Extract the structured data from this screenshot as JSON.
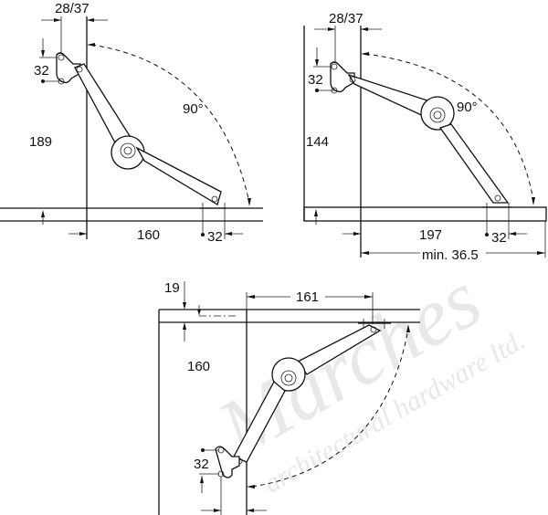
{
  "diagram": {
    "subject": "Lift-up lid stay installation dimensions",
    "watermark": {
      "brand": "Marches",
      "tagline": "architectural hardware ltd."
    },
    "views": [
      {
        "id": "view-1",
        "position": "top-left",
        "labels": {
          "bracket_offset": "28/37",
          "bracket_hole_spacing": "32",
          "height": "189",
          "angle": "90°",
          "horizontal": "160",
          "base_plate": "32"
        }
      },
      {
        "id": "view-2",
        "position": "top-right",
        "labels": {
          "bracket_offset": "28/37",
          "bracket_hole_spacing": "32",
          "height": "144",
          "angle": "90°",
          "horizontal": "197",
          "base_plate": "32",
          "min_depth": "min. 36.5"
        }
      },
      {
        "id": "view-3",
        "position": "bottom-center",
        "labels": {
          "lid_thickness": "19",
          "horizontal": "161",
          "height": "160",
          "bracket_hole_spacing": "32"
        }
      }
    ]
  }
}
